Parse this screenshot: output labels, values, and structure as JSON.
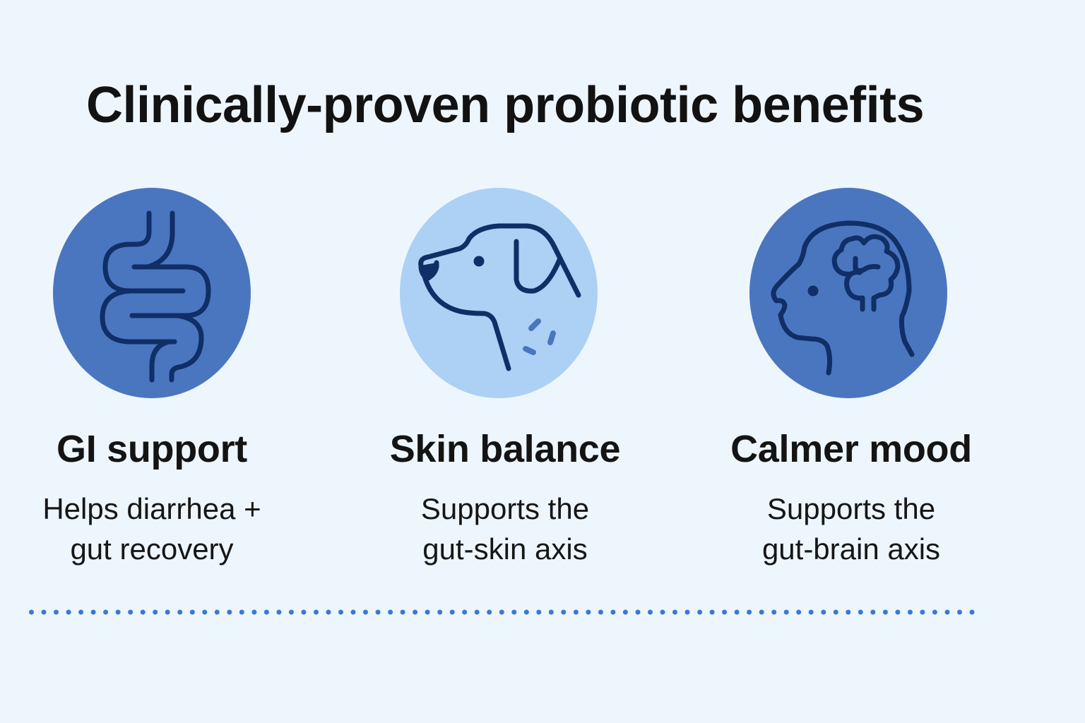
{
  "title": "Clinically-proven probiotic benefits",
  "colors": {
    "background": "#eef6fd",
    "circle_dark": "#4a76c0",
    "circle_light": "#add0f5",
    "icon_stroke": "#0f2f66",
    "accent_marks": "#4a76c0",
    "dots": "#3a78d4",
    "text": "#141414"
  },
  "benefits": [
    {
      "icon": "intestine-icon",
      "heading": "GI support",
      "lines": [
        "Helps diarrhea +",
        "gut recovery"
      ]
    },
    {
      "icon": "dog-head-icon",
      "heading": "Skin balance",
      "lines": [
        "Supports the",
        "gut-skin axis"
      ]
    },
    {
      "icon": "head-brain-icon",
      "heading": "Calmer mood",
      "lines": [
        "Supports the",
        "gut-brain axis"
      ]
    }
  ],
  "divider": {
    "style": "dotted",
    "dot_count": 77
  }
}
